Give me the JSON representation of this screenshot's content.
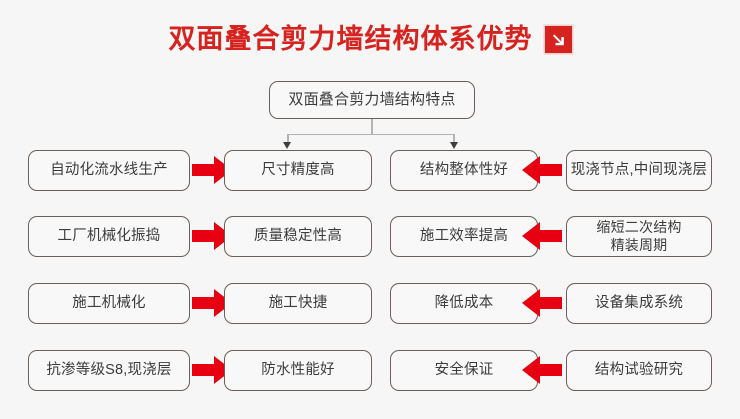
{
  "header": {
    "title": "双面叠合剪力墙结构体系优势",
    "badge_icon": "arrow-down-right-icon",
    "title_color": "#d6231f"
  },
  "diagram": {
    "root": {
      "label": "双面叠合剪力墙结构特点"
    },
    "arrow_color": "#e60012",
    "box_border_color": "#6b5f58",
    "connector_color": "#b3b3b3",
    "rows": [
      {
        "cause_left": "自动化流水线生产",
        "effect_left": "尺寸精度高",
        "effect_right": "结构整体性好",
        "cause_right": "现浇节点,中间现浇层",
        "arrow_left": "arrow-right-icon",
        "arrow_right": "arrow-left-icon"
      },
      {
        "cause_left": "工厂机械化振捣",
        "effect_left": "质量稳定性高",
        "effect_right": "施工效率提高",
        "cause_right": "缩短二次结构\n精装周期",
        "arrow_left": "arrow-right-icon",
        "arrow_right": "arrow-left-icon"
      },
      {
        "cause_left": "施工机械化",
        "effect_left": "施工快捷",
        "effect_right": "降低成本",
        "cause_right": "设备集成系统",
        "arrow_left": "arrow-right-icon",
        "arrow_right": "arrow-left-icon"
      },
      {
        "cause_left": "抗渗等级S8,现浇层",
        "effect_left": "防水性能好",
        "effect_right": "安全保证",
        "cause_right": "结构试验研究",
        "arrow_left": "arrow-right-icon",
        "arrow_right": "arrow-left-icon"
      }
    ]
  }
}
